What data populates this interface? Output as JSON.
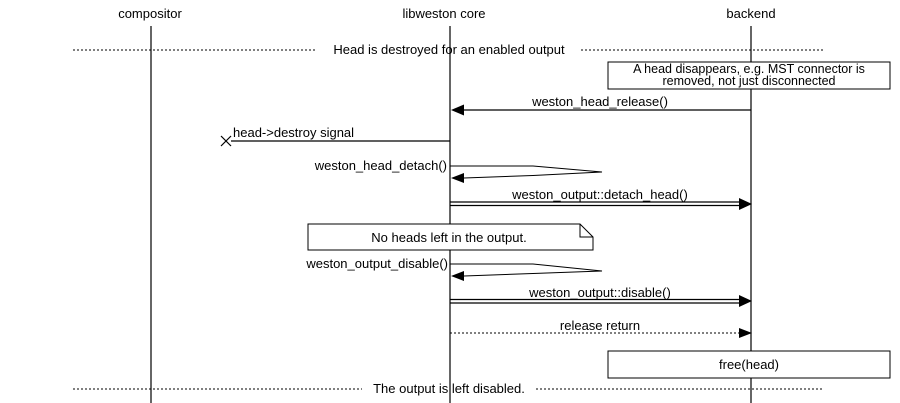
{
  "colors": {
    "line": "#000000",
    "background": "#ffffff",
    "text": "#000000"
  },
  "participants": {
    "compositor": {
      "label": "compositor"
    },
    "core": {
      "label": "libweston core"
    },
    "backend": {
      "label": "backend"
    }
  },
  "dividers": {
    "top": {
      "label": "Head is destroyed for an enabled output"
    },
    "bottom": {
      "label": "The output is left disabled."
    }
  },
  "notes": {
    "head_disappears": {
      "line1": "A head disappears, e.g. MST connector is",
      "line2": "removed, not just disconnected"
    },
    "no_heads": {
      "label": "No heads left in the output."
    },
    "free_head": {
      "label": "free(head)"
    }
  },
  "messages": {
    "head_release": {
      "label": "weston_head_release()"
    },
    "destroy_signal": {
      "label": "head->destroy signal"
    },
    "head_detach": {
      "label": "weston_head_detach()"
    },
    "detach_head": {
      "label": "weston_output::detach_head()"
    },
    "output_disable_call": {
      "label": "weston_output_disable()"
    },
    "output_disable": {
      "label": "weston_output::disable()"
    },
    "release_return": {
      "label": "release return"
    }
  }
}
